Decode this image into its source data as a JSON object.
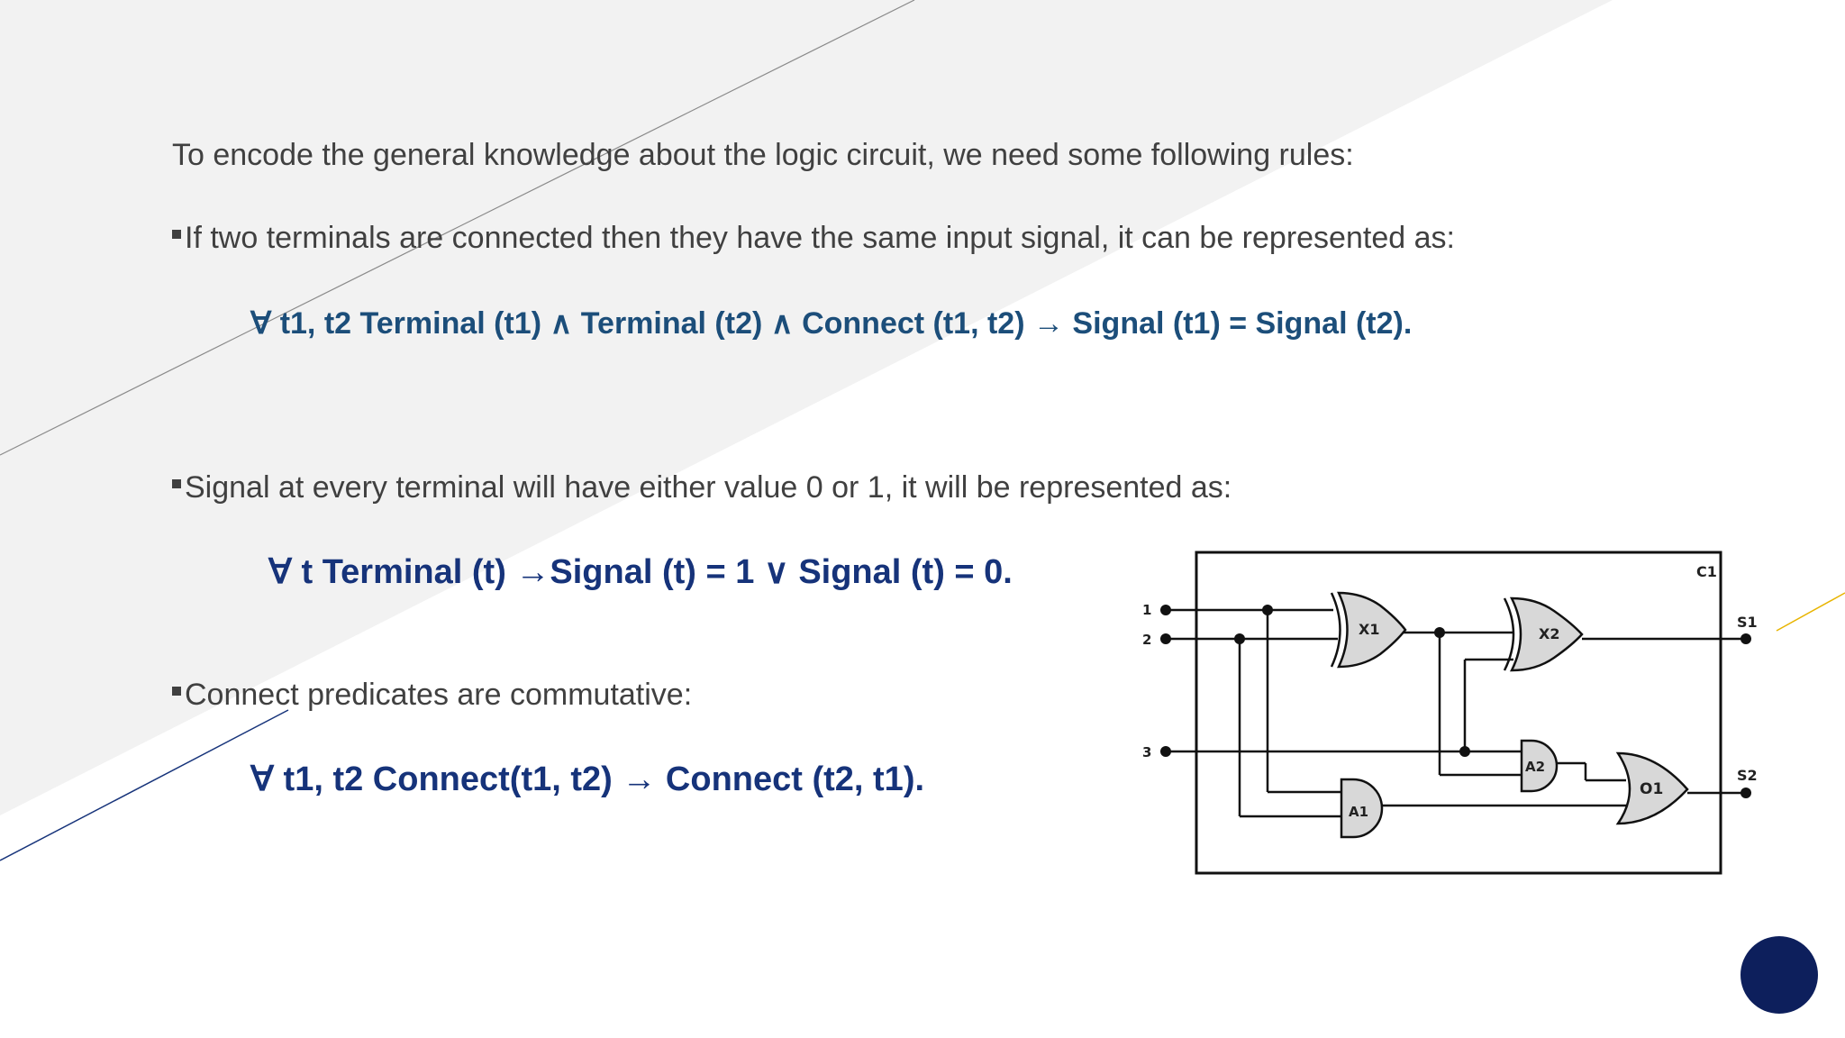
{
  "intro": "To encode the general knowledge about the logic circuit, we need some following rules:",
  "rules": [
    {
      "text": "If two terminals are connected then they have the same input signal, it can be represented as:",
      "formula": "∀  t1, t2 Terminal (t1) ∧ Terminal (t2) ∧ Connect (t1, t2) → Signal (t1) = Signal (t2)."
    },
    {
      "text": "Signal at every terminal will have either value 0 or 1, it will be represented as:",
      "formula": "∀  t Terminal (t) →Signal (t) = 1  ∨ Signal (t) = 0."
    },
    {
      "text": "Connect  predicates are commutative:",
      "formula": "∀  t1, t2 Connect(t1, t2)  →  Connect (t2, t1)."
    }
  ],
  "circuit": {
    "box_label": "C1",
    "inputs": [
      "1",
      "2",
      "3"
    ],
    "outputs": [
      "S1",
      "S2"
    ],
    "gates": {
      "x1": "X1",
      "x2": "X2",
      "a1": "A1",
      "a2": "A2",
      "o1": "O1"
    }
  },
  "colors": {
    "text": "#404040",
    "formula_blue": "#1c4e7a",
    "formula_navy": "#16337a",
    "background_band": "#f2f2f2",
    "page_circle": "#0d1f5c",
    "accent_gold": "#e8b400"
  }
}
